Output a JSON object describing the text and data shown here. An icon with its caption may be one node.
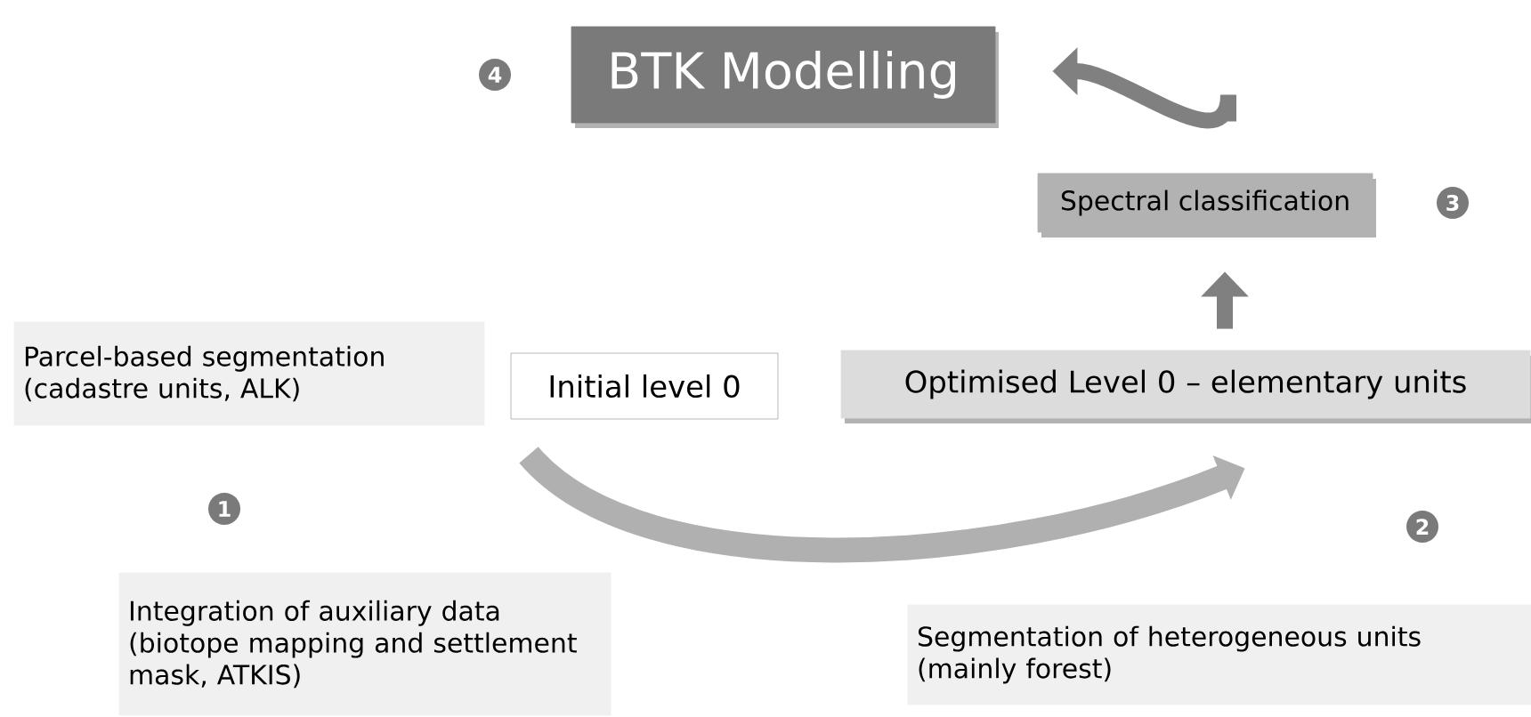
{
  "diagram": {
    "nodes": [
      {
        "text": [
          "BTK Modelling"
        ]
      },
      {
        "text": [
          "Spectral classification"
        ]
      },
      {
        "text": [
          "Parcel-based segmentation (cadastre units, ALK)"
        ]
      },
      {
        "text": [
          "Initial level 0"
        ]
      },
      {
        "text": [
          "Optimised Level 0 – elementary units"
        ]
      },
      {
        "text": [
          "Integration of auxiliary data (biotope mapping and settlement mask, ATKIS)"
        ]
      },
      {
        "text": [
          "Segmentation of heterogeneous units (mainly forest)"
        ]
      }
    ],
    "edges": [
      {
        "from": 3,
        "to": 4,
        "arrow": "to",
        "color": "#b0b0b0"
      },
      {
        "from": 4,
        "to": 1,
        "arrow": "to"
      },
      {
        "from": 1,
        "to": 0,
        "arrow": "to"
      }
    ],
    "labels": [
      "4",
      "3",
      "1",
      "2"
    ]
  }
}
